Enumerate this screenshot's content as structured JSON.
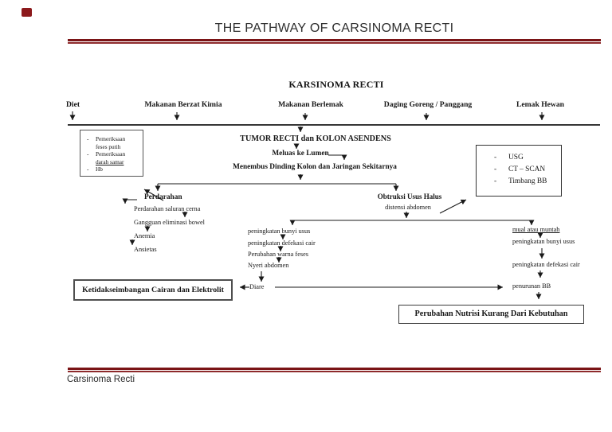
{
  "header": {
    "title": "THE PATHWAY OF CARSINOMA RECTI"
  },
  "footer": {
    "label": "Carsinoma Recti"
  },
  "colors": {
    "accent_red": "#7a1416",
    "line_black": "#1a1a1a"
  },
  "diagram": {
    "title": "KARSINOMA RECTI",
    "bullet": "-",
    "factors": [
      "Diet",
      "Makanan Berzat Kimia",
      "Makanan Berlemak",
      "Daging Goreng / Panggang",
      "Lemak Hewan"
    ],
    "exam_box": {
      "item1_line1": "Pemeriksaan",
      "item1_line2": "feses putih",
      "item2_line1": "Pemeriksaan",
      "item2_line2": "darah samar",
      "item3": "Hb"
    },
    "monitor_box": {
      "item1": "USG",
      "item2": "CT – SCAN",
      "item3": "Timbang BB"
    },
    "flow": {
      "tumor": "TUMOR RECTI dan KOLON ASENDENS",
      "meluas": "Meluas ke Lumen",
      "menembus": "Menembus Dinding Kolon dan Jaringan Sekitarnya"
    },
    "bleeding": {
      "title": "Perdarahan",
      "items": [
        "Perdarahan saluran cerna",
        "Gangguan eliminasi bowel",
        "Anemia",
        "Ansietas"
      ]
    },
    "obstruction": {
      "title": "Obtruksi Usus Halus",
      "sub": "distensi abdomen"
    },
    "mid_symptoms": [
      "peningkatan bunyi usus",
      "peningkatan defekasi cair",
      "Perubahan warna feses",
      "Nyeri abdomen"
    ],
    "diare": "Diare",
    "right_symptoms": [
      "mual atau muntah",
      "peningkatan bunyi usus",
      "peningkatan defekasi cair",
      "penurunan BB"
    ],
    "diagnosis_left": "Ketidakseimbangan Cairan dan Elektrolit",
    "diagnosis_right": "Perubahan Nutrisi Kurang Dari Kebutuhan"
  }
}
